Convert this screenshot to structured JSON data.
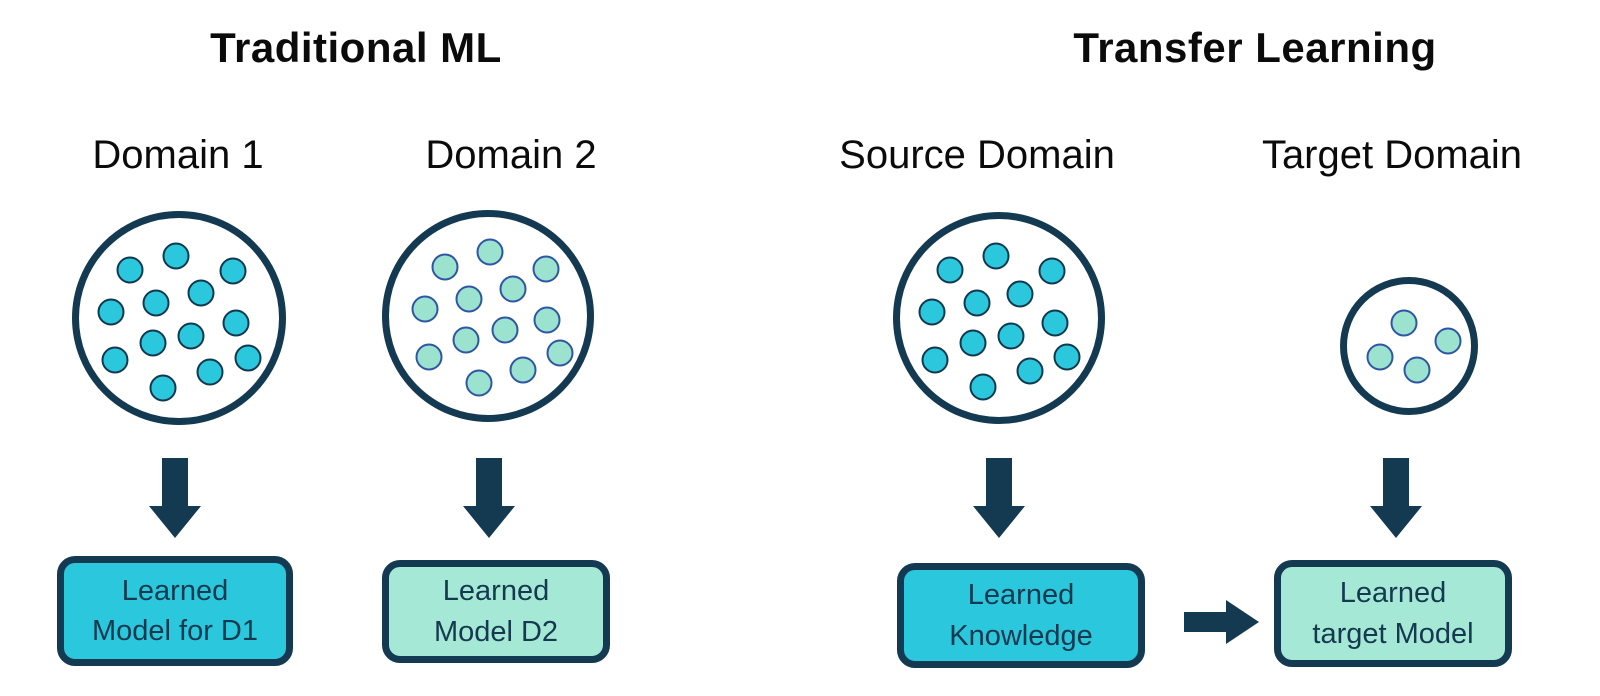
{
  "colors": {
    "navy": "#143A52",
    "cyan": "#2BC8DD",
    "mint_box": "#A5E8D5",
    "mint_dot": "#9BE3CE",
    "mint_dot_border": "#2F55A5",
    "title_text": "#0B0B0B",
    "box_text": "#15394F",
    "background": "#FFFFFF"
  },
  "sections": [
    {
      "title": "Traditional ML"
    },
    {
      "title": "Transfer Learning"
    }
  ],
  "domains": [
    {
      "label": "Domain 1",
      "dot_style": "cyan",
      "dot_count": 13,
      "dots": [
        [
          48.6,
          18.9
        ],
        [
          25.5,
          25.9
        ],
        [
          76.9,
          26.4
        ],
        [
          60.8,
          37.7
        ],
        [
          38.7,
          42.5
        ],
        [
          16.0,
          47.2
        ],
        [
          78.3,
          52.4
        ],
        [
          56.1,
          59.0
        ],
        [
          36.8,
          62.7
        ],
        [
          17.9,
          71.2
        ],
        [
          84.4,
          69.8
        ],
        [
          65.6,
          76.9
        ],
        [
          42.0,
          84.9
        ]
      ]
    },
    {
      "label": "Domain 2",
      "dot_style": "mint",
      "dot_count": 13,
      "dots": [
        [
          50.9,
          17.5
        ],
        [
          28.3,
          25.5
        ],
        [
          79.2,
          26.4
        ],
        [
          62.7,
          36.3
        ],
        [
          40.6,
          41.5
        ],
        [
          18.4,
          46.7
        ],
        [
          79.7,
          51.9
        ],
        [
          58.5,
          57.1
        ],
        [
          38.7,
          62.3
        ],
        [
          20.3,
          70.8
        ],
        [
          86.3,
          68.9
        ],
        [
          67.9,
          77.4
        ],
        [
          45.3,
          84.0
        ]
      ]
    },
    {
      "label": "Source Domain",
      "dot_style": "cyan",
      "dot_count": 13,
      "dots": [
        [
          48.6,
          18.9
        ],
        [
          25.5,
          25.9
        ],
        [
          76.9,
          26.4
        ],
        [
          60.8,
          37.7
        ],
        [
          38.7,
          42.5
        ],
        [
          16.0,
          47.2
        ],
        [
          78.3,
          52.4
        ],
        [
          56.1,
          59.0
        ],
        [
          36.8,
          62.7
        ],
        [
          17.9,
          71.2
        ],
        [
          84.4,
          69.8
        ],
        [
          65.6,
          76.9
        ],
        [
          42.0,
          84.9
        ]
      ]
    },
    {
      "label": "Target Domain",
      "dot_style": "mint",
      "dot_count": 4,
      "dots": [
        [
          46.3,
          31.6
        ],
        [
          26.5,
          58.8
        ],
        [
          56.6,
          69.1
        ],
        [
          81.6,
          45.6
        ]
      ]
    }
  ],
  "boxes": [
    {
      "lines": [
        "Learned",
        "Model for D1"
      ],
      "fill": "cyan"
    },
    {
      "lines": [
        "Learned",
        "Model D2"
      ],
      "fill": "mint"
    },
    {
      "lines": [
        "Learned",
        "Knowledge"
      ],
      "fill": "cyan"
    },
    {
      "lines": [
        "Learned",
        "target Model"
      ],
      "fill": "mint"
    }
  ]
}
